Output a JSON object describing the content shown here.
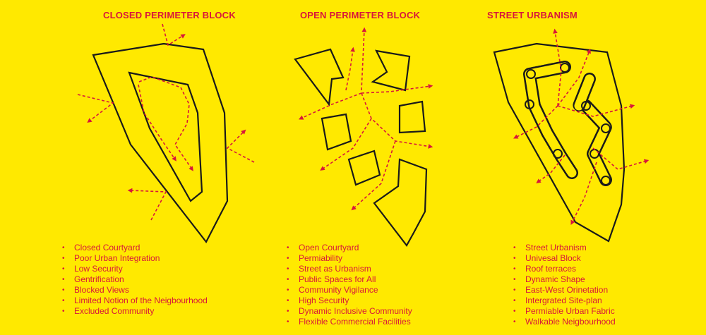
{
  "colors": {
    "background": "#FFE900",
    "accent": "#D8173A",
    "outline": "#1A1A1A"
  },
  "panels": [
    {
      "title": "CLOSED PERIMETER BLOCK",
      "items": [
        "Closed Courtyard",
        "Poor Urban Integration",
        "Low Security",
        "Gentrification",
        "Blocked Views",
        "Limited Notion of the Neigbourhood",
        "Excluded Community"
      ]
    },
    {
      "title": "OPEN PERIMETER BLOCK",
      "items": [
        "Open Courtyard",
        "Permiability",
        "Street as Urbanism",
        "Public Spaces for All",
        "Community Vigilance",
        "High Security",
        "Dynamic Inclusive Community",
        "Flexible Commercial Facilities"
      ]
    },
    {
      "title": "STREET URBANISM",
      "items": [
        "Street Urbanism",
        "Univesal Block",
        "Roof terraces",
        "Dynamic Shape",
        "East-West Orinetation",
        "Intergrated Site-plan",
        "Permiable Urban Fabric",
        "Walkable Neigbourhood"
      ]
    }
  ]
}
